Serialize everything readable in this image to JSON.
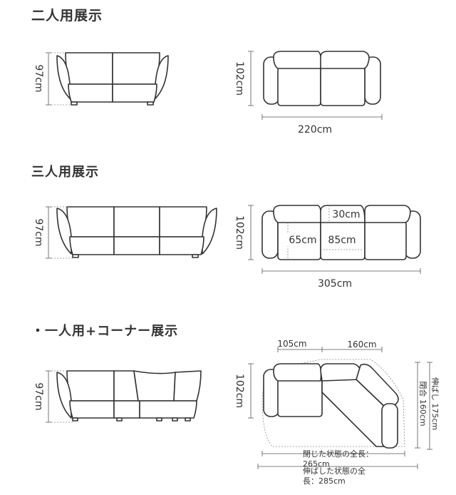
{
  "sections": {
    "two_seater": {
      "title": "二人用展示",
      "front_height": "97cm",
      "top_depth": "102cm",
      "top_width": "220cm"
    },
    "three_seater": {
      "title": "三人用展示",
      "front_height": "97cm",
      "top_depth": "102cm",
      "top_width": "305cm",
      "seat_depth": "65cm",
      "seat_width": "85cm",
      "back_depth": "30cm"
    },
    "corner": {
      "title": "・一人用+コーナー展示",
      "front_height": "97cm",
      "top_depth": "102cm",
      "width_left": "105cm",
      "width_right": "160cm",
      "closed_depth": "閉合 160cm",
      "extended_depth": "伸ばし 175cm",
      "closed_total": "閉じた状態の全長：265cm",
      "extended_total": "伸ばした状態の全長：285cm"
    }
  }
}
